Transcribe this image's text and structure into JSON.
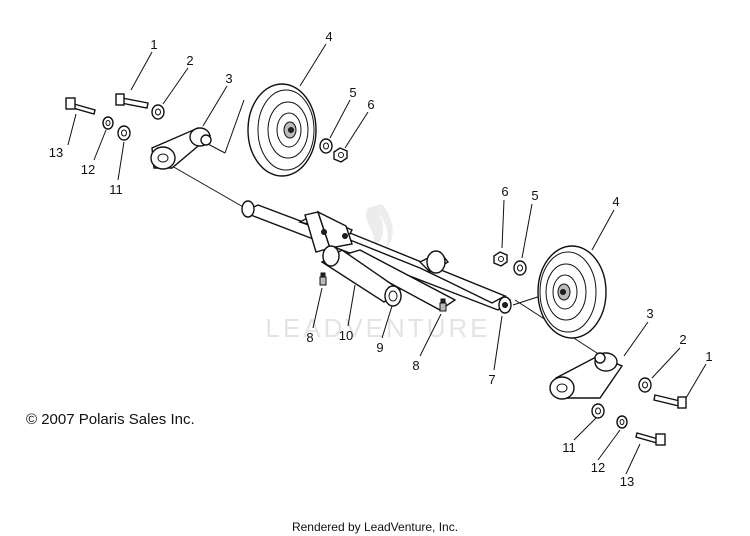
{
  "copyright": "© 2007 Polaris Sales Inc.",
  "footer": "Rendered by LeadVenture, Inc.",
  "watermark": "LEADVENTURE",
  "callouts": {
    "c1_left": "1",
    "c2_left": "2",
    "c3_left": "3",
    "c4_left": "4",
    "c5_left": "5",
    "c6_left": "6",
    "c13_left": "13",
    "c12_left": "12",
    "c11_left": "11",
    "c6_right": "6",
    "c5_right": "5",
    "c4_right": "4",
    "c3_right": "3",
    "c2_right": "2",
    "c1_right": "1",
    "c8_left": "8",
    "c10": "10",
    "c9": "9",
    "c8_right": "8",
    "c7": "7",
    "c11_right": "11",
    "c12_right": "12",
    "c13_right": "13"
  }
}
